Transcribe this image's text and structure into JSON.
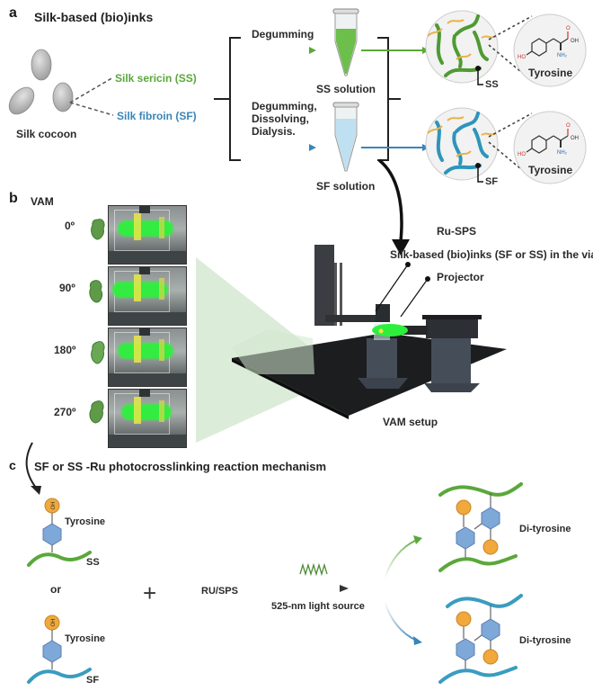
{
  "panel_a": {
    "letter": "a",
    "title": "Silk-based (bio)inks",
    "cocoon_label": "Silk cocoon",
    "sericin_label": "Silk sericin (SS)",
    "fibroin_label": "Silk fibroin (SF)",
    "process_top": "Degumming",
    "process_bottom_lines": [
      "Degumming,",
      "Dissolving,",
      "Dialysis."
    ],
    "ss_solution": "SS solution",
    "sf_solution": "SF solution",
    "network_ss_tag": "SS",
    "network_sf_tag": "SF",
    "tyrosine_top": "Tyrosine",
    "tyrosine_bottom": "Tyrosine",
    "molecule": {
      "ho": "HO",
      "oh": "OH",
      "o": "O",
      "nh2": "NH2"
    },
    "colors": {
      "ss": "#5aa83a",
      "sf": "#3a85b8",
      "ss_fill": "#7cc456",
      "sf_fill": "#bfe0f0",
      "side_chain": "#e8b34a"
    }
  },
  "panel_b": {
    "letter": "b",
    "title": "VAM",
    "angles": [
      "0º",
      "90º",
      "180º",
      "270º"
    ],
    "arrow_label": "Ru-SPS",
    "vial_label": "Silk-based (bio)inks (SF or SS) in the vial",
    "projector_label": "Projector",
    "setup_label": "VAM setup",
    "colors": {
      "beam": "#2ef03c",
      "heart": "#5e9a48",
      "projection": "#d9ecd6"
    }
  },
  "panel_c": {
    "letter": "c",
    "title": "SF or SS -Ru photocrosslinking reaction mechanism",
    "tyrosine_label_1": "Tyrosine",
    "chain_label_1": "SS",
    "or_label": "or",
    "tyrosine_label_2": "Tyrosine",
    "chain_label_2": "SF",
    "plus": "+",
    "reagent": "RU/SPS",
    "light_label": "525-nm light source",
    "product_1": "Di-tyrosine",
    "product_2": "Di-tyrosine",
    "oh_label": "OH",
    "colors": {
      "hexagon": "#7ea8d8",
      "oh_circle": "#f0a93a",
      "ss": "#5aa83a",
      "sf": "#3a9cc0"
    }
  }
}
